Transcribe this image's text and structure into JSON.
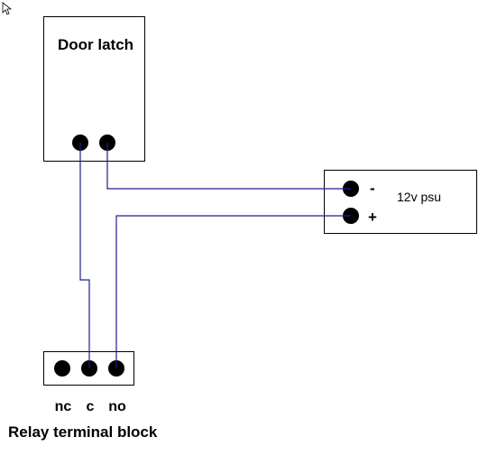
{
  "door_latch": {
    "title": "Door latch"
  },
  "psu": {
    "title": "12v psu",
    "minus_label": "-",
    "plus_label": "+"
  },
  "relay": {
    "title": "Relay terminal block",
    "terminals": [
      "nc",
      "c",
      "no"
    ]
  },
  "colors": {
    "wire": "#1f1f8f",
    "terminal": "#000000",
    "outline": "#000000"
  }
}
